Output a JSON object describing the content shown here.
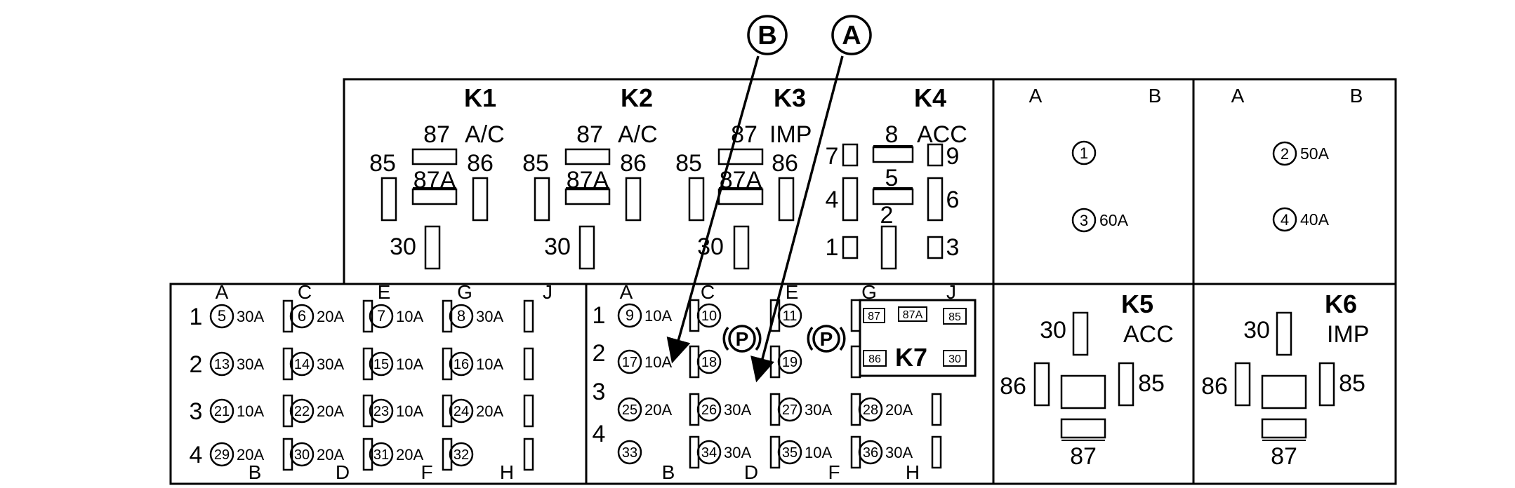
{
  "callouts": {
    "a": "A",
    "b": "B"
  },
  "relay_labels": {
    "k1": "K1",
    "k2": "K2",
    "k3": "K3",
    "k4": "K4",
    "k5": "K5",
    "k6": "K6",
    "k7": "K7"
  },
  "relay_functions": {
    "k1": "A/C",
    "k2": "A/C",
    "k3": "IMP",
    "k4": "ACC",
    "k5": "ACC",
    "k6": "IMP"
  },
  "terminals": {
    "t85": "85",
    "t86": "86",
    "t87": "87",
    "t87a": "87A",
    "t30": "30",
    "p1": "1",
    "p2": "2",
    "p3": "3",
    "p4": "4",
    "p5": "5",
    "p6": "6",
    "p7": "7",
    "p8": "8",
    "p9": "9"
  },
  "column_letters": [
    "A",
    "B",
    "C",
    "D",
    "E",
    "F",
    "G",
    "H",
    "J"
  ],
  "row_numbers": [
    "1",
    "2",
    "3",
    "4"
  ],
  "maxi_fuses": [
    {
      "num": "1",
      "rating": ""
    },
    {
      "num": "2",
      "rating": "50A"
    },
    {
      "num": "3",
      "rating": "60A"
    },
    {
      "num": "4",
      "rating": "40A"
    }
  ],
  "fuse_bank_left": [
    {
      "num": "5",
      "rating": "30A"
    },
    {
      "num": "6",
      "rating": "20A"
    },
    {
      "num": "7",
      "rating": "10A"
    },
    {
      "num": "8",
      "rating": "30A"
    },
    {
      "num": "13",
      "rating": "30A"
    },
    {
      "num": "14",
      "rating": "30A"
    },
    {
      "num": "15",
      "rating": "10A"
    },
    {
      "num": "16",
      "rating": "10A"
    },
    {
      "num": "21",
      "rating": "10A"
    },
    {
      "num": "22",
      "rating": "20A"
    },
    {
      "num": "23",
      "rating": "10A"
    },
    {
      "num": "24",
      "rating": "20A"
    },
    {
      "num": "29",
      "rating": "20A"
    },
    {
      "num": "30",
      "rating": "20A"
    },
    {
      "num": "31",
      "rating": "20A"
    },
    {
      "num": "32",
      "rating": ""
    }
  ],
  "fuse_bank_right": [
    {
      "num": "9",
      "rating": "10A"
    },
    {
      "num": "10",
      "rating": ""
    },
    {
      "num": "11",
      "rating": ""
    },
    {
      "num": "17",
      "rating": "10A"
    },
    {
      "num": "18",
      "rating": ""
    },
    {
      "num": "19",
      "rating": ""
    },
    {
      "num": "25",
      "rating": "20A"
    },
    {
      "num": "26",
      "rating": "30A"
    },
    {
      "num": "27",
      "rating": "30A"
    },
    {
      "num": "28",
      "rating": "20A"
    },
    {
      "num": "33",
      "rating": ""
    },
    {
      "num": "34",
      "rating": "30A"
    },
    {
      "num": "35",
      "rating": "10A"
    },
    {
      "num": "36",
      "rating": "30A"
    }
  ],
  "parking_symbol": "P",
  "colors": {
    "line": "#000000",
    "background": "#ffffff"
  }
}
